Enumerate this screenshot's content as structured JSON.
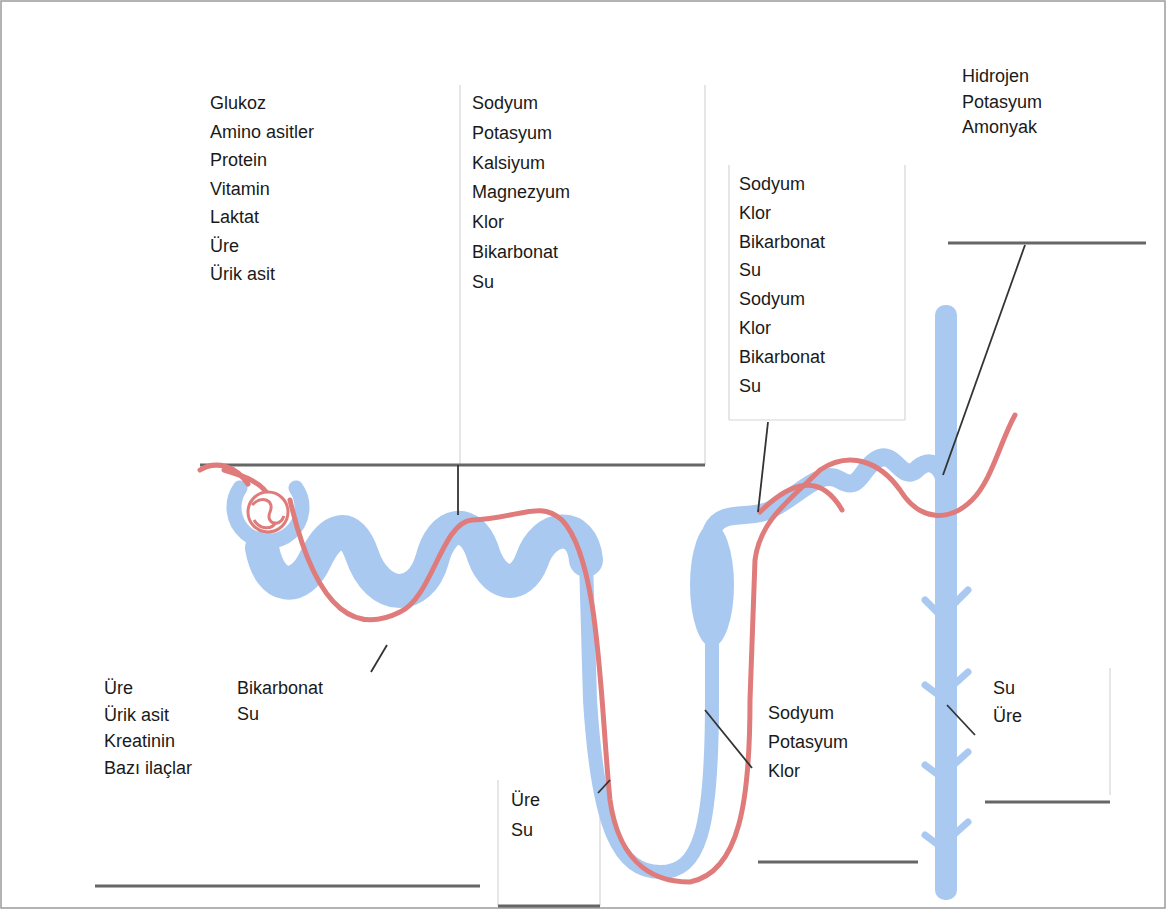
{
  "diagram": {
    "labels": [
      "Glukoz",
      "Amino asitler",
      "Protein",
      "Vitamin",
      "Laktat",
      "Üre",
      "Ürik asit",
      "Sodyum",
      "Potasyum",
      "Kalsiyum",
      "Magnezyum",
      "Klor",
      "Bikarbonat",
      "Su",
      "Sodyum",
      "Klor",
      "Bikarbonat",
      "Su",
      "Sodyum",
      "Klor",
      "Bikarbonat",
      "Su",
      "Hidrojen",
      "Potasyum",
      "Amonyak",
      "Üre",
      "Ürik asit",
      "Kreatinin",
      "Bazı ilaçlar",
      "Bikarbonat",
      "Su",
      "Üre",
      "Su",
      "Sodyum",
      "Potasyum",
      "Klor",
      "Su",
      "Üre"
    ]
  }
}
